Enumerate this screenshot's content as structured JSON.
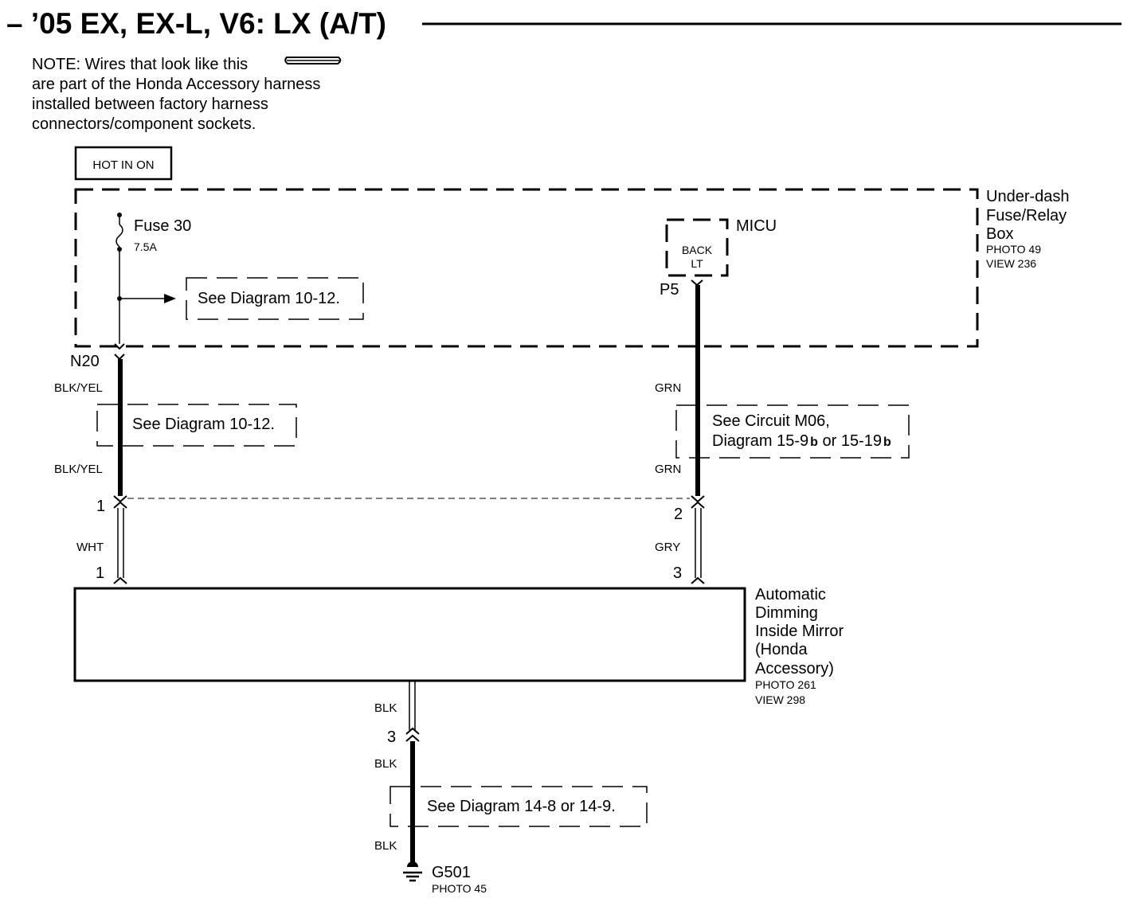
{
  "title": "– ’05 EX, EX-L, V6: LX (A/T)",
  "note": {
    "line1": "NOTE: Wires that look like this",
    "line2": "are part of the Honda Accessory harness",
    "line3": "installed between factory harness",
    "line4": "connectors/component sockets."
  },
  "power": {
    "label": "HOT IN ON"
  },
  "fuse_box": {
    "line1": "Under-dash",
    "line2": "Fuse/Relay",
    "line3": "Box",
    "photo": "PHOTO 49",
    "view": "VIEW 236"
  },
  "fuse": {
    "name": "Fuse 30",
    "rating": "7.5A"
  },
  "micu": {
    "name": "MICU",
    "line1": "BACK",
    "line2": "LT",
    "terminal": "P5"
  },
  "refs": {
    "fuse_ref": "See Diagram 10-12.",
    "left_ref": "See Diagram 10-12.",
    "right_ref_line1": "See Circuit M06,",
    "right_ref_line2": "Diagram 15-9",
    "right_ref_b1": "b",
    "right_ref_or": " or 15-19",
    "right_ref_b2": "b",
    "ground_ref": "See Diagram 14-8 or 14-9."
  },
  "left_wire": {
    "terminal": "N20",
    "color_top": "BLK/YEL",
    "color_bottom": "BLK/YEL",
    "pin_conn": "1",
    "color_acc": "WHT",
    "pin_mirror": "1"
  },
  "right_wire": {
    "color_top": "GRN",
    "color_bottom": "GRN",
    "pin_conn": "2",
    "color_acc": "GRY",
    "pin_mirror": "3"
  },
  "mirror": {
    "line1": "Automatic",
    "line2": "Dimming",
    "line3": "Inside Mirror",
    "line4": "(Honda",
    "line5": "Accessory)",
    "photo": "PHOTO 261",
    "view": "VIEW 298"
  },
  "ground_wire": {
    "color_acc": "BLK",
    "pin": "3",
    "color_mid": "BLK",
    "color_bottom": "BLK"
  },
  "ground": {
    "name": "G501",
    "photo": "PHOTO 45"
  }
}
